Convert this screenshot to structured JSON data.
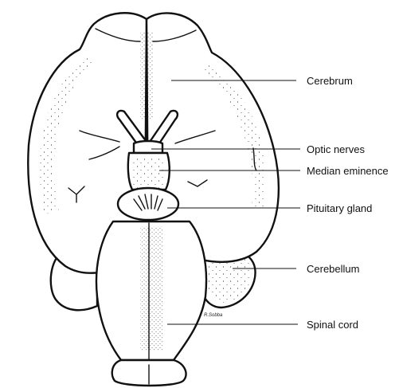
{
  "labels": {
    "cerebrum": "Cerebrum",
    "optic_nerves": "Optic nerves",
    "median_eminence": "Median eminence",
    "pituitary_gland": "Pituitary gland",
    "cerebellum": "Cerebellum",
    "spinal_cord": "Spinal cord"
  },
  "signature": "R.Sobba"
}
